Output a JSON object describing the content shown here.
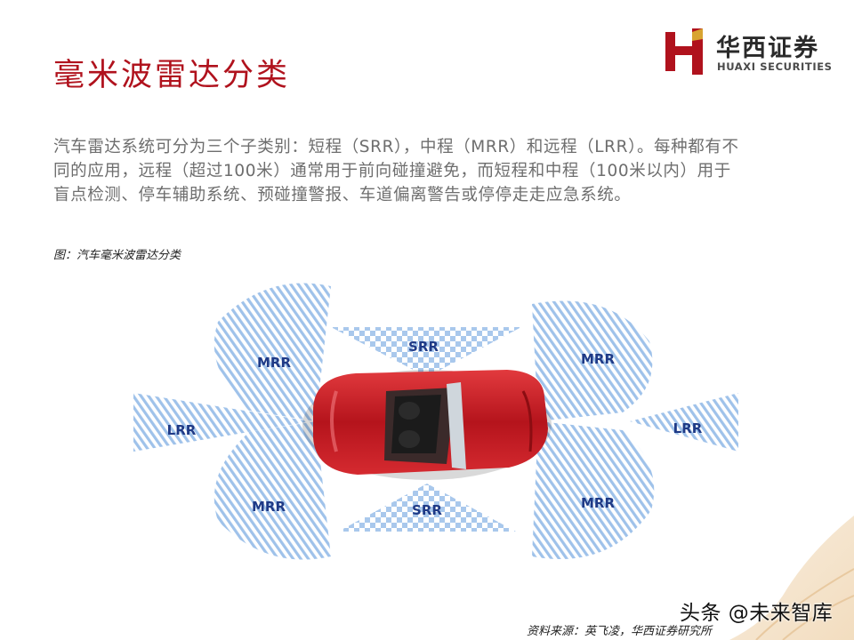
{
  "header": {
    "title": "毫米波雷达分类",
    "logo": {
      "name_cn": "华西证券",
      "name_en": "HUAXI SECURITIES"
    }
  },
  "body": {
    "lines": [
      "汽车雷达系统可分为三个子类别：短程（SRR），中程（MRR）和远程（LRR）。每种都有不",
      "同的应用，远程（超过100米）通常用于前向碰撞避免，而短程和中程（100米以内）用于",
      "盲点检测、停车辅助系统、预碰撞警报、车道偏离警告或停停走走应急系统。"
    ]
  },
  "figure": {
    "caption": "图：汽车毫米波雷达分类",
    "labels": {
      "mrr_top_left": "MRR",
      "mrr_bottom_left": "MRR",
      "mrr_top_right": "MRR",
      "mrr_bottom_right": "MRR",
      "lrr_left": "LRR",
      "lrr_right": "LRR",
      "srr_top": "SRR",
      "srr_bottom": "SRR"
    },
    "colors": {
      "zone": "#9fc2ea",
      "label": "#1f3a86",
      "car": "#c4141d"
    }
  },
  "footer": {
    "watermark": "头条 @未来智库",
    "source": "资料来源：英飞凌，华西证券研究所"
  },
  "colors": {
    "accent": "#b0121d"
  }
}
